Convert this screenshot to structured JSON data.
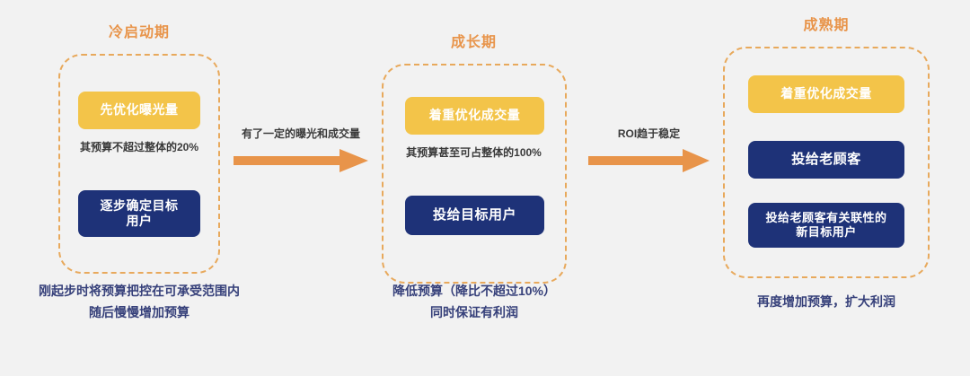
{
  "diagram": {
    "background_color": "#f2f2f2",
    "accent_orange": "#e8944a",
    "accent_yellow": "#f3c449",
    "accent_navy": "#1e3278",
    "caption_color": "#36407a"
  },
  "phases": [
    {
      "id": "cold-start",
      "title": "冷启动期",
      "yellow_label": "先优化曝光量",
      "note": "其预算不超过整体的20%",
      "navy_labels": [
        "逐步确定目标\n用户"
      ],
      "caption_lines": [
        "刚起步时将预算把控在可承受范围内",
        "随后慢慢增加预算"
      ]
    },
    {
      "id": "growth",
      "title": "成长期",
      "yellow_label": "着重优化成交量",
      "note": "其预算甚至可占整体的100%",
      "navy_labels": [
        "投给目标用户"
      ],
      "caption_lines": [
        "降低预算（降比不超过10%）",
        "同时保证有利润"
      ]
    },
    {
      "id": "maturity",
      "title": "成熟期",
      "yellow_label": "着重优化成交量",
      "note": "",
      "navy_labels": [
        "投给老顾客",
        "投给老顾客有关联性的\n新目标用户"
      ],
      "caption_lines": [
        "再度增加预算，扩大利润"
      ]
    }
  ],
  "connectors": [
    {
      "id": "cold-to-growth",
      "label": "有了一定的曝光和成交量"
    },
    {
      "id": "growth-to-maturity",
      "label": "ROI趋于稳定"
    }
  ]
}
